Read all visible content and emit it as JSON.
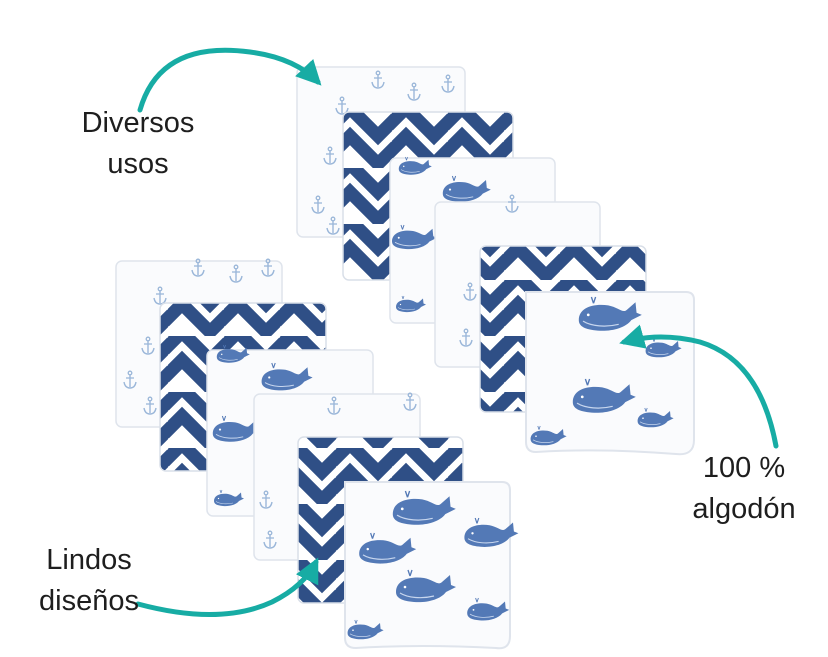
{
  "captions": {
    "uses": {
      "line1": "Diversos",
      "line2": "usos"
    },
    "cotton": {
      "line1": "100 %",
      "line2": "algodón"
    },
    "designs": {
      "line1": "Lindos",
      "line2": "diseños"
    }
  },
  "colors": {
    "arrow": "#17aca4",
    "navy": "#2f4f86",
    "whale": "#5379b6",
    "anchor": "#9bb7d9",
    "cloth": "#fafbfd",
    "edge": "#dfe4ec",
    "text": "#1e1e1e"
  },
  "product": {
    "name": "washcloth-set",
    "patterns": [
      "anchors",
      "navy-chevron",
      "whales"
    ]
  }
}
